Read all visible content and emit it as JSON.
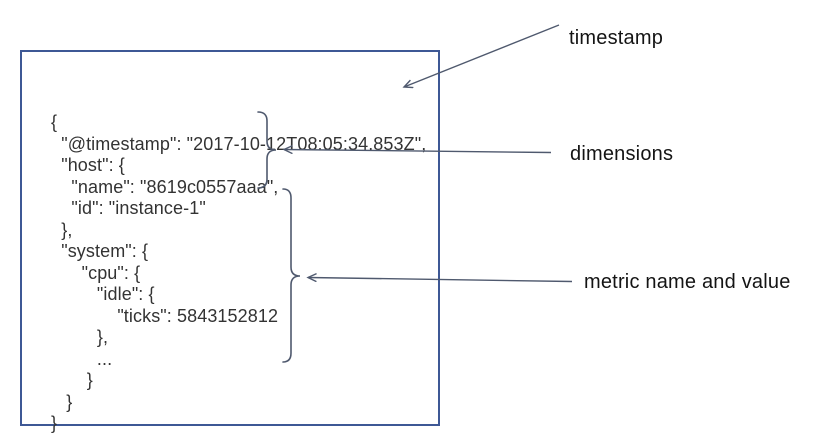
{
  "labels": {
    "timestamp": "timestamp",
    "dimensions": "dimensions",
    "metric": "metric name and value"
  },
  "code": {
    "lines": [
      "{",
      "  \"@timestamp\": \"2017-10-12T08:05:34.853Z\",",
      "  \"host\": {",
      "    \"name\": \"8619c0557aaa\",",
      "    \"id\": \"instance-1\"",
      "  },",
      "  \"system\": {",
      "      \"cpu\": {",
      "         \"idle\": {",
      "             \"ticks\": 5843152812",
      "         },",
      "         ...",
      "       }",
      "   }",
      "}"
    ]
  },
  "colors": {
    "box_border": "#3e5895",
    "code_text": "#333333",
    "annotation_stroke": "#4f596e",
    "label_text": "#141414"
  }
}
